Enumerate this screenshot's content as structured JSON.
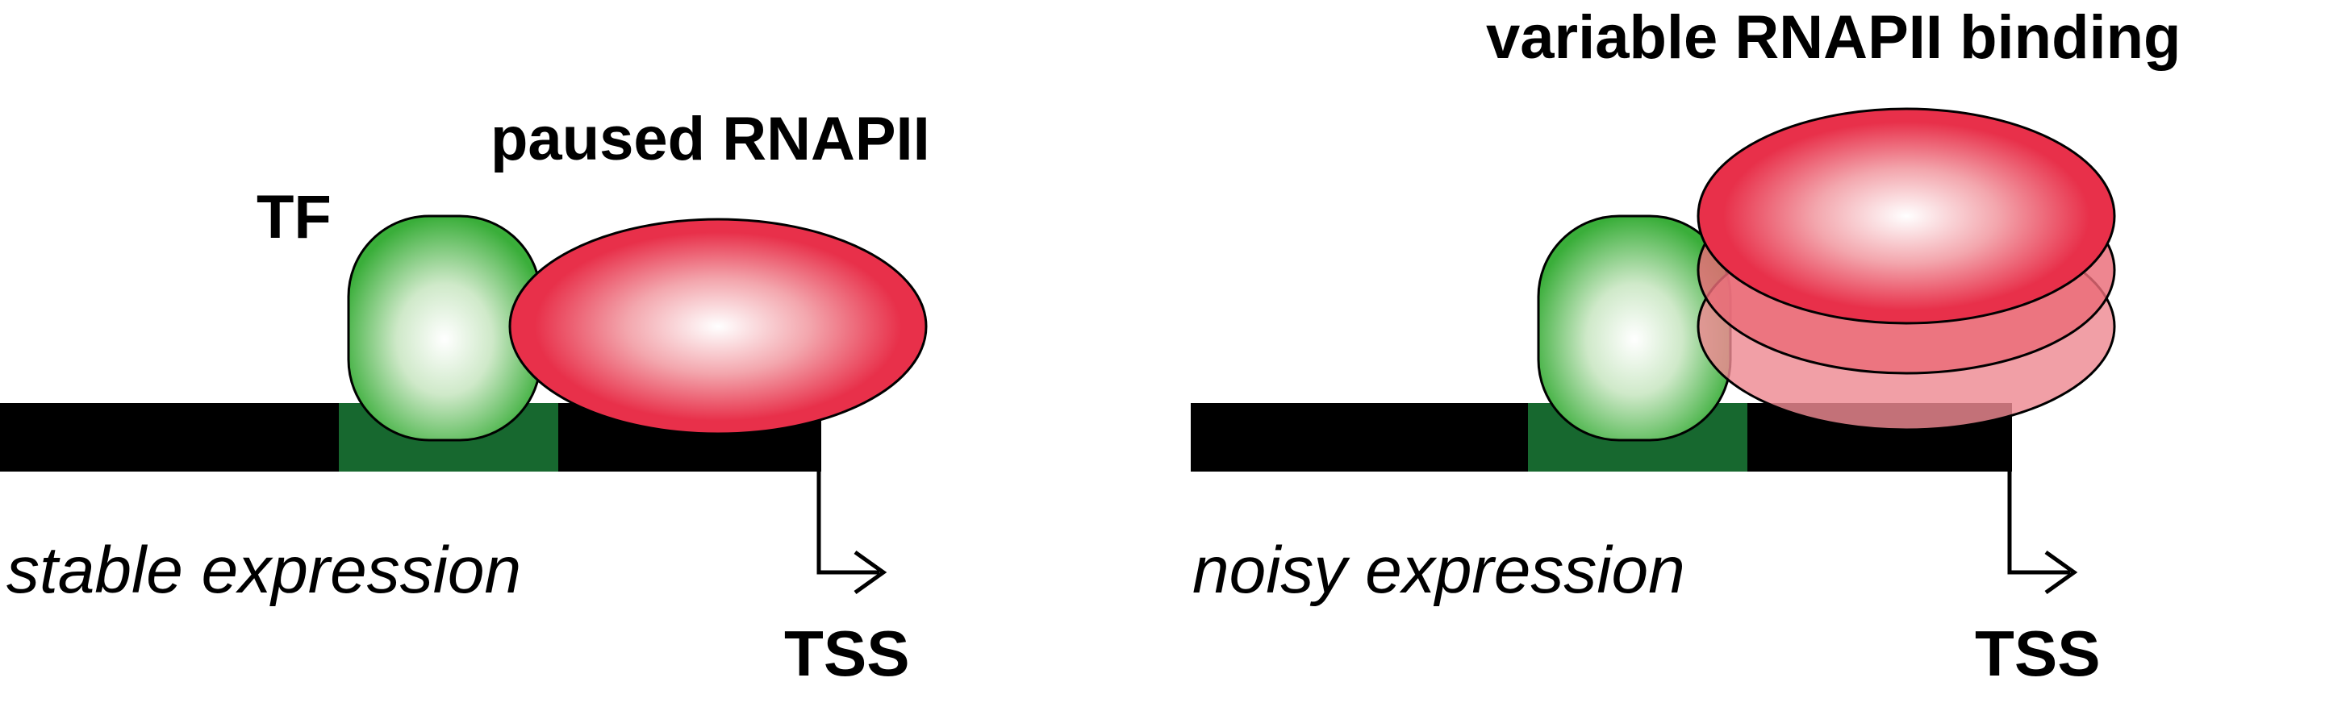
{
  "panels": {
    "left": {
      "tf_label": "TF",
      "polymerase_label": "paused RNAPII",
      "tss_label": "TSS",
      "caption": "stable expression"
    },
    "right": {
      "polymerase_label": "variable RNAPII binding",
      "tss_label": "TSS",
      "caption": "noisy expression"
    }
  },
  "colors": {
    "dna": "#000000",
    "binding_site": "#17682f",
    "tf_green": "#3aae3a",
    "rnapii_red": "#e8304a",
    "rnapii_red_faded": "#ef7a86"
  },
  "icons": [
    "tss-arrow-icon",
    "tss-arrow-icon"
  ]
}
